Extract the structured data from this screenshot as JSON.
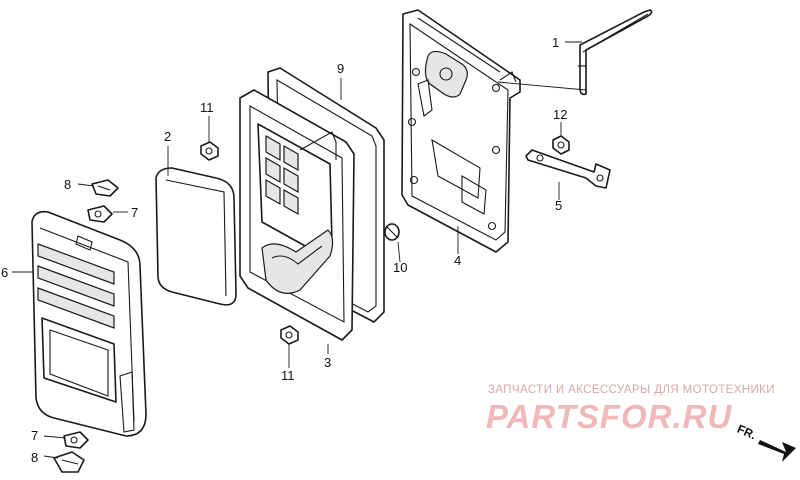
{
  "callouts": [
    {
      "id": "c1",
      "label": "1"
    },
    {
      "id": "c2",
      "label": "2"
    },
    {
      "id": "c3",
      "label": "3"
    },
    {
      "id": "c4",
      "label": "4"
    },
    {
      "id": "c5",
      "label": "5"
    },
    {
      "id": "c6",
      "label": "6"
    },
    {
      "id": "c7a",
      "label": "7"
    },
    {
      "id": "c7b",
      "label": "7"
    },
    {
      "id": "c8a",
      "label": "8"
    },
    {
      "id": "c8b",
      "label": "8"
    },
    {
      "id": "c9",
      "label": "9"
    },
    {
      "id": "c10",
      "label": "10"
    },
    {
      "id": "c11a",
      "label": "11"
    },
    {
      "id": "c11b",
      "label": "11"
    },
    {
      "id": "c12",
      "label": "12"
    }
  ],
  "watermark": {
    "tagline": "ЗАПЧАСТИ И АКСЕССУАРЫ ДЛЯ МОТОТЕХНИКИ",
    "logo": "PARTSFOR.RU"
  },
  "direction": {
    "label": "FR.",
    "icon": "arrow-icon"
  }
}
